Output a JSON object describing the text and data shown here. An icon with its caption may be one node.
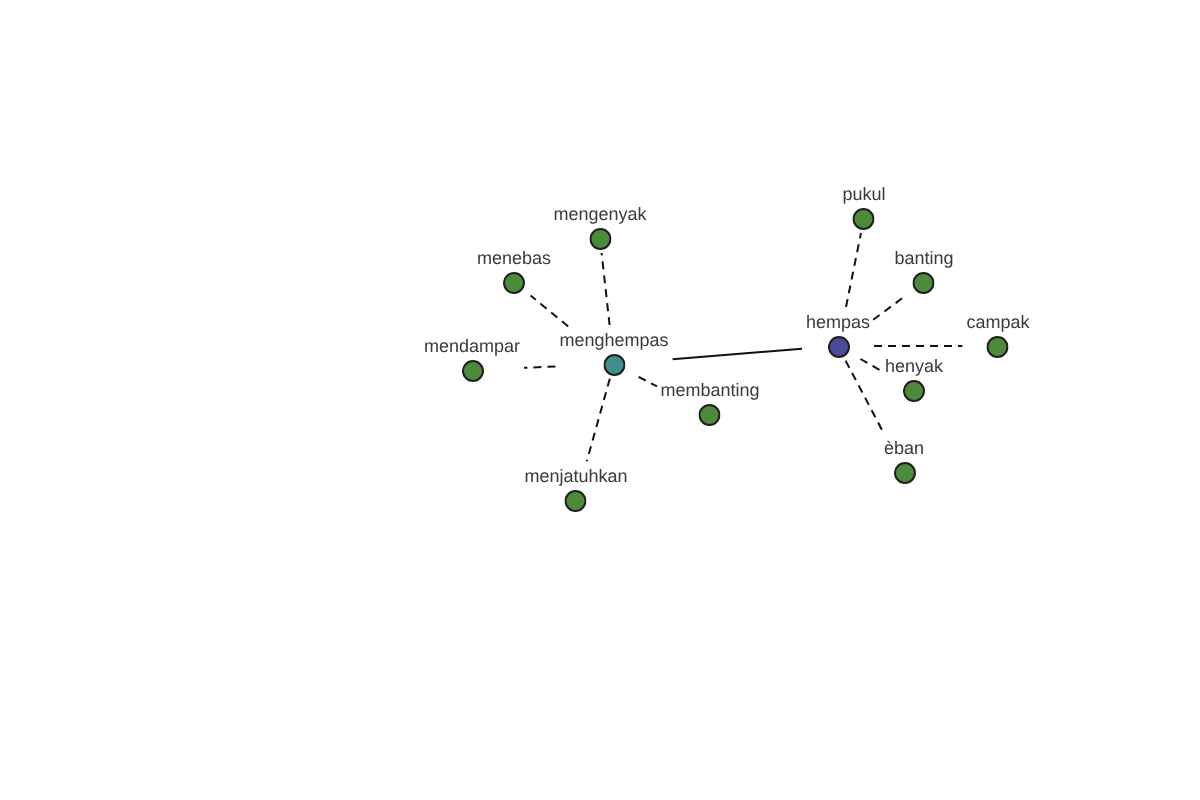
{
  "diagram": {
    "nodes": [
      {
        "text": [
          "menghempas"
        ]
      },
      {
        "text": [
          "mengenyak"
        ]
      },
      {
        "text": [
          "menebas"
        ]
      },
      {
        "text": [
          "mendampar"
        ]
      },
      {
        "text": [
          "membanting"
        ]
      },
      {
        "text": [
          "menjatuhkan"
        ]
      },
      {
        "text": [
          "hempas"
        ]
      },
      {
        "text": [
          "pukul"
        ]
      },
      {
        "text": [
          "banting"
        ]
      },
      {
        "text": [
          "campak"
        ]
      },
      {
        "text": [
          "henyak"
        ]
      },
      {
        "text": [
          "èban"
        ]
      }
    ],
    "edges": [
      {
        "from": 0,
        "to": 1,
        "arrow": "none",
        "style": "dashed"
      },
      {
        "from": 0,
        "to": 2,
        "arrow": "none",
        "style": "dashed"
      },
      {
        "from": 0,
        "to": 3,
        "arrow": "none",
        "style": "dashed"
      },
      {
        "from": 0,
        "to": 4,
        "arrow": "none",
        "style": "dashed"
      },
      {
        "from": 0,
        "to": 5,
        "arrow": "none",
        "style": "dashed"
      },
      {
        "from": 0,
        "to": 6,
        "arrow": "none"
      },
      {
        "from": 6,
        "to": 7,
        "arrow": "none",
        "style": "dashed"
      },
      {
        "from": 6,
        "to": 8,
        "arrow": "none",
        "style": "dashed"
      },
      {
        "from": 6,
        "to": 9,
        "arrow": "none",
        "style": "dashed"
      },
      {
        "from": 6,
        "to": 10,
        "arrow": "none",
        "style": "dashed"
      },
      {
        "from": 6,
        "to": 11,
        "arrow": "none",
        "style": "dashed"
      }
    ]
  }
}
